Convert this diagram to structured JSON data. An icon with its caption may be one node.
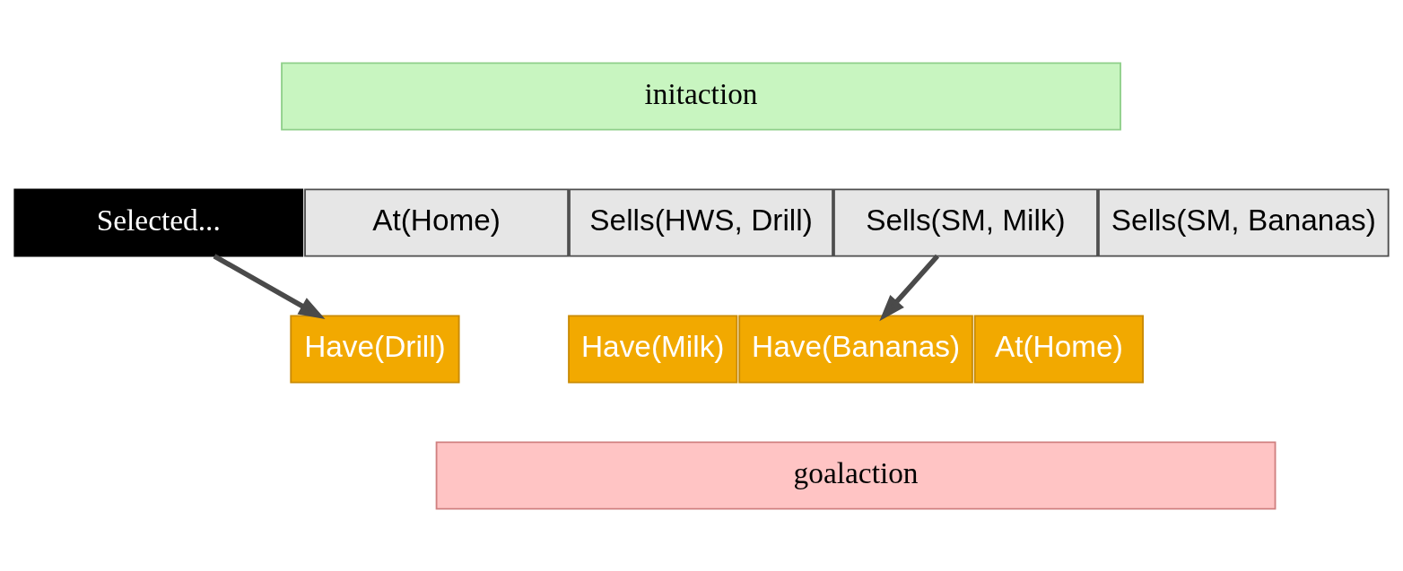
{
  "diagram": {
    "nodes": [
      {
        "text": [
          "initaction"
        ]
      },
      {
        "text": [
          "At(Home)"
        ]
      },
      {
        "text": [
          "Sells(HWS, Drill)"
        ]
      },
      {
        "text": [
          "Sells(SM, Milk)"
        ]
      },
      {
        "text": [
          "Sells(SM, Bananas)"
        ]
      },
      {
        "text": [
          "Selected..."
        ]
      },
      {
        "text": [
          "Have(Drill)"
        ]
      },
      {
        "text": [
          "Have(Milk)"
        ]
      },
      {
        "text": [
          "Have(Bananas)"
        ]
      },
      {
        "text": [
          "At(Home)"
        ]
      },
      {
        "text": [
          "goalaction"
        ]
      }
    ],
    "edges": [
      {
        "from": 3,
        "to": 8,
        "arrow": "to"
      },
      {
        "from": 5,
        "to": 6,
        "arrow": "to"
      }
    ]
  }
}
